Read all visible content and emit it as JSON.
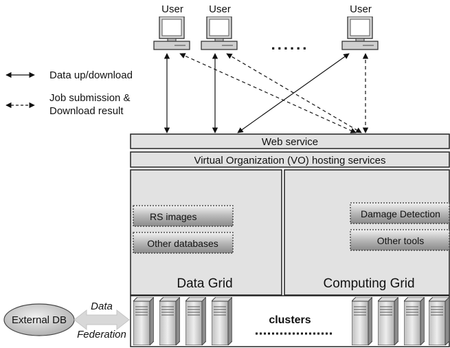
{
  "users": {
    "labels": [
      "User",
      "User",
      "User"
    ],
    "ellipsis": "......"
  },
  "legend": {
    "solid_label": "Data up/download",
    "dashed_line1": "Job submission &",
    "dashed_line2": "Download result"
  },
  "layers": {
    "web_service": "Web service",
    "vo_hosting": "Virtual Organization (VO) hosting services"
  },
  "data_grid": {
    "title": "Data Grid",
    "items": [
      "RS images",
      "Other databases"
    ]
  },
  "computing_grid": {
    "title": "Computing Grid",
    "items": [
      "Damage Detection",
      "Other tools"
    ]
  },
  "clusters": {
    "label": "clusters"
  },
  "external": {
    "db_label": "External DB",
    "link_top": "Data",
    "link_bottom": "Federation"
  }
}
